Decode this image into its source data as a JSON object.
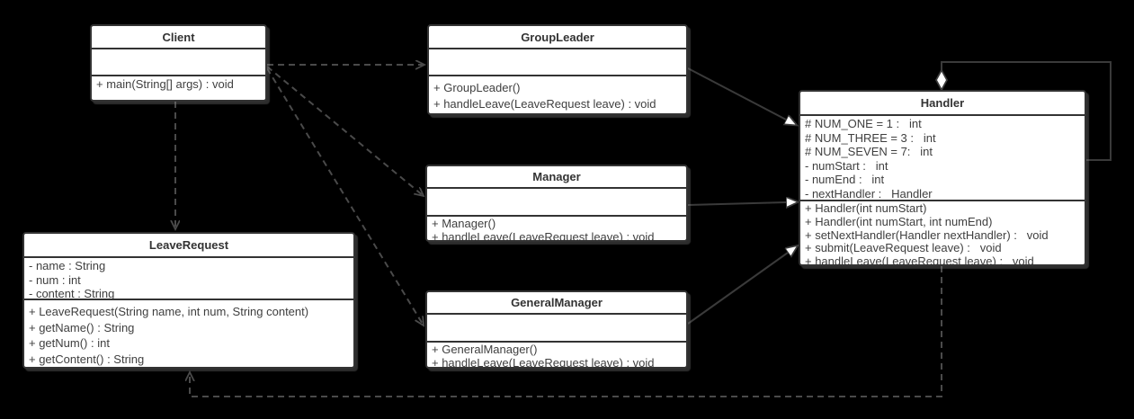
{
  "diagram": {
    "background_color": "#000000",
    "box_fill_color": "#ffffff",
    "border_color": "#333333",
    "dashed_line_color": "#4a4a4a",
    "solid_line_color": "#3a3a3a"
  },
  "classes": {
    "client": {
      "title": "Client",
      "attributes": [],
      "methods": [
        "+ main(String[] args) : void"
      ]
    },
    "groupLeader": {
      "title": "GroupLeader",
      "attributes": [],
      "methods": [
        "+ GroupLeader()",
        "+ handleLeave(LeaveRequest leave) : void"
      ]
    },
    "manager": {
      "title": "Manager",
      "attributes": [],
      "methods": [
        "+ Manager()",
        "+ handleLeave(LeaveRequest leave) : void"
      ]
    },
    "generalManager": {
      "title": "GeneralManager",
      "attributes": [],
      "methods": [
        "+ GeneralManager()",
        "+ handleLeave(LeaveRequest leave) : void"
      ]
    },
    "handler": {
      "title": "Handler",
      "attributes": [
        "# NUM_ONE = 1 :   int",
        "# NUM_THREE = 3 :   int",
        "# NUM_SEVEN = 7:   int",
        "- numStart :   int",
        "- numEnd :   int",
        "- nextHandler :   Handler"
      ],
      "methods": [
        "+ Handler(int numStart)",
        "+ Handler(int numStart, int numEnd)",
        "+ setNextHandler(Handler nextHandler) :   void",
        "+ submit(LeaveRequest leave) :   void",
        "+ handleLeave(LeaveRequest leave) :   void"
      ]
    },
    "leaveRequest": {
      "title": "LeaveRequest",
      "attributes": [
        "- name : String",
        "- num : int",
        "- content : String"
      ],
      "methods": [
        "+ LeaveRequest(String name, int num, String content)",
        "+ getName() : String",
        "+ getNum() : int",
        "+ getContent() : String"
      ]
    }
  },
  "relationships": [
    {
      "type": "dependency",
      "from": "Client",
      "to": "GroupLeader"
    },
    {
      "type": "dependency",
      "from": "Client",
      "to": "Manager"
    },
    {
      "type": "dependency",
      "from": "Client",
      "to": "GeneralManager"
    },
    {
      "type": "dependency",
      "from": "Client",
      "to": "LeaveRequest"
    },
    {
      "type": "dependency",
      "from": "Handler",
      "to": "LeaveRequest"
    },
    {
      "type": "generalization",
      "from": "GroupLeader",
      "to": "Handler"
    },
    {
      "type": "generalization",
      "from": "Manager",
      "to": "Handler"
    },
    {
      "type": "generalization",
      "from": "GeneralManager",
      "to": "Handler"
    },
    {
      "type": "aggregation",
      "from": "Handler",
      "to": "Handler"
    }
  ]
}
